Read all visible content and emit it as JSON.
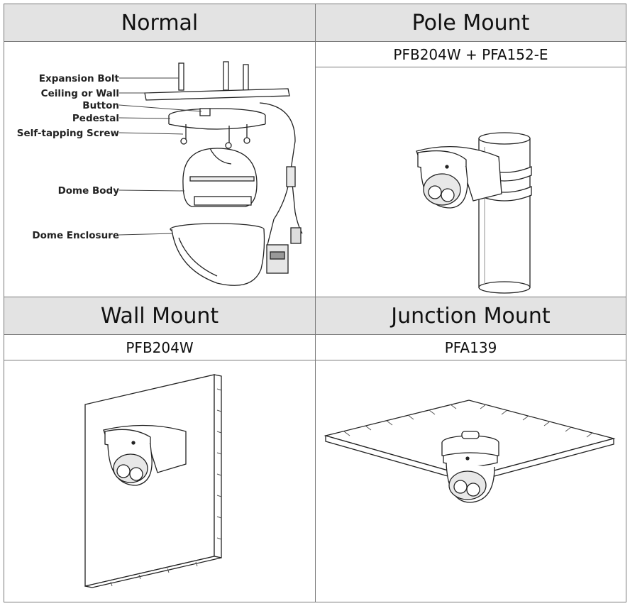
{
  "panels": {
    "normal": {
      "title": "Normal",
      "labels": {
        "expansion_bolt": "Expansion Bolt",
        "ceiling_or_wall": "Ceiling or Wall",
        "button": "Button",
        "pedestal": "Pedestal",
        "self_tapping_screw": "Self-tapping Screw",
        "dome_body": "Dome Body",
        "dome_enclosure": "Dome Enclosure"
      }
    },
    "pole_mount": {
      "title": "Pole Mount",
      "model": "PFB204W + PFA152-E"
    },
    "wall_mount": {
      "title": "Wall Mount",
      "model": "PFB204W"
    },
    "junction_mount": {
      "title": "Junction Mount",
      "model": "PFA139"
    }
  }
}
